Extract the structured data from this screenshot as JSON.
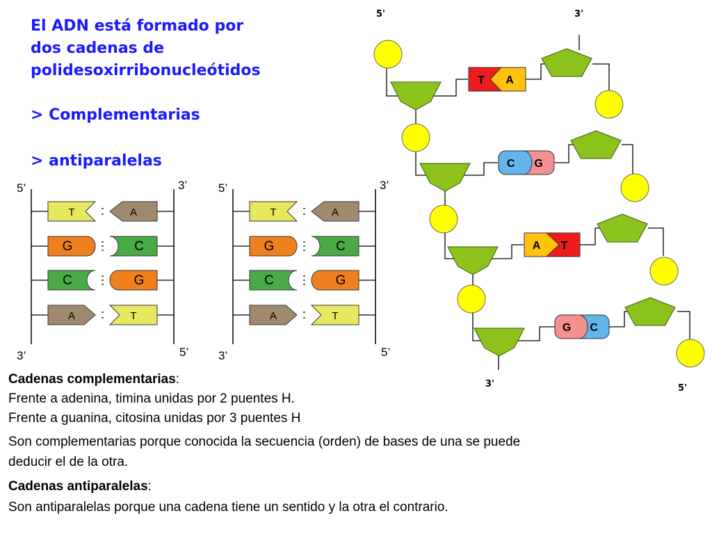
{
  "title": {
    "lines": [
      "El ADN está formado por",
      "dos cadenas de",
      "polidesoxirribonucleótidos"
    ],
    "bullet1": "> Complementarias",
    "bullet2": "> antiparalelas"
  },
  "strand_labels": {
    "five": "5’",
    "three": "3’"
  },
  "helix_labels": {
    "five": "5'",
    "three": "3'"
  },
  "ladder_pairs": [
    {
      "left": "T",
      "right": "A"
    },
    {
      "left": "G",
      "right": "C"
    },
    {
      "left": "C",
      "right": "G"
    },
    {
      "left": "A",
      "right": "T"
    }
  ],
  "helix_pairs": [
    {
      "left": "T",
      "right": "A"
    },
    {
      "left": "C",
      "right": "G"
    },
    {
      "left": "A",
      "right": "T"
    },
    {
      "left": "G",
      "right": "C"
    }
  ],
  "colors": {
    "A": "#a08a6e",
    "T": "#e8e860",
    "G": "#f07f1e",
    "C": "#4aab46",
    "helix_T": "#ee1c1c",
    "helix_A": "#ffc20e",
    "helix_C": "#62b4ea",
    "helix_G": "#f59090",
    "sugar": "#8cc21c",
    "phosphate": "#ffff00",
    "title": "#1a1aff"
  },
  "text": {
    "comp_heading": "Cadenas complementarias",
    "comp_line1": "Frente a adenina, timina unidas por 2 puentes H.",
    "comp_line2": "Frente a guanina, citosina unidas por 3 puentes H",
    "comp_line3": "Son complementarias porque conocida la secuencia (orden) de bases de una se puede",
    "comp_line4": "deducir el de la otra.",
    "anti_heading": "Cadenas antiparalelas",
    "anti_line1": "Son antiparalelas porque una cadena tiene un sentido y la otra el contrario."
  }
}
